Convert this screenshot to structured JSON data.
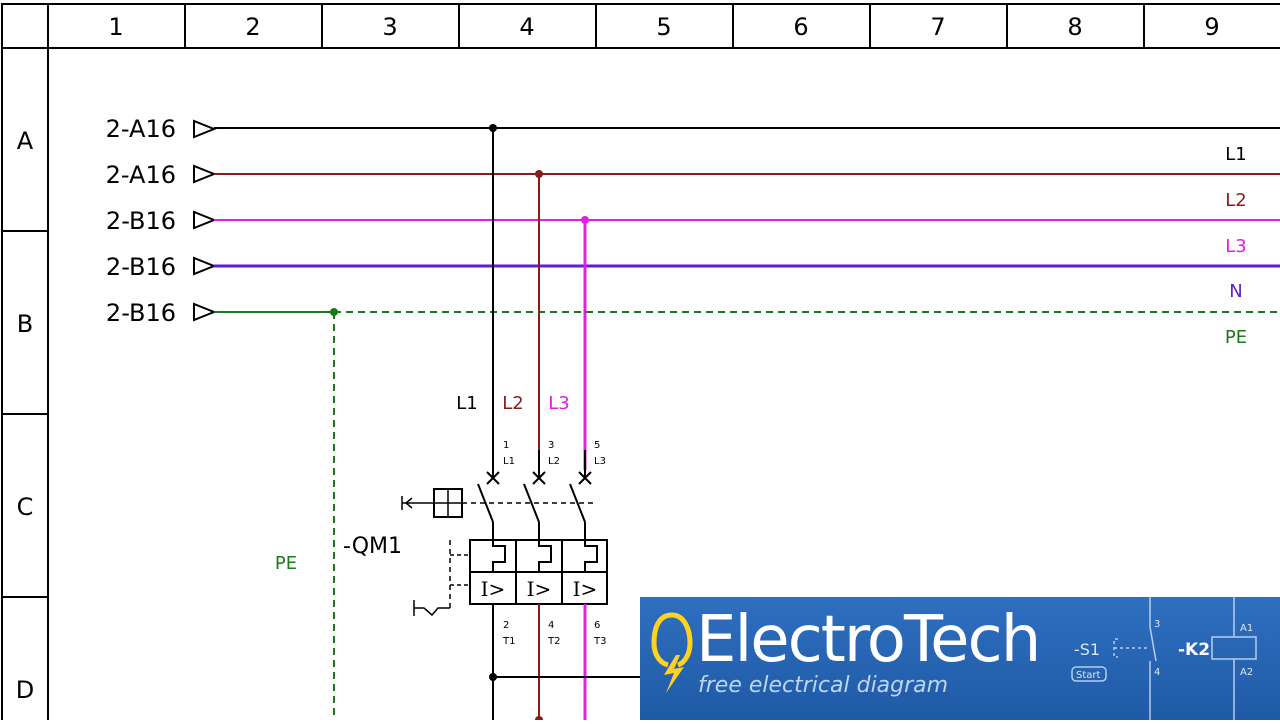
{
  "grid": {
    "columns": [
      "1",
      "2",
      "3",
      "4",
      "5",
      "6",
      "7",
      "8",
      "9"
    ],
    "rows": [
      "A",
      "B",
      "C",
      "D"
    ]
  },
  "refs": [
    "2-A16",
    "2-A16",
    "2-B16",
    "2-B16",
    "2-B16"
  ],
  "bus_labels": [
    "L1",
    "L2",
    "L3",
    "N",
    "PE"
  ],
  "colors": {
    "L1": "#000000",
    "L2": "#8b1a1a",
    "L3": "#e020e0",
    "N": "#5a22c8",
    "PE": "#1a7a1a",
    "banner": "#2566b6"
  },
  "breaker": {
    "tag": "-QM1",
    "phase_labels": [
      "L1",
      "L2",
      "L3"
    ],
    "top_terms": [
      {
        "num": "1",
        "label": "L1"
      },
      {
        "num": "3",
        "label": "L2"
      },
      {
        "num": "5",
        "label": "L3"
      }
    ],
    "bottom_terms": [
      {
        "num": "2",
        "label": "T1"
      },
      {
        "num": "4",
        "label": "T2"
      },
      {
        "num": "6",
        "label": "T3"
      }
    ],
    "trip_symbol": "I>"
  },
  "pe_label": "PE",
  "banner": {
    "brand": "ElectroTech",
    "tagline": "free electrical diagram",
    "mini": {
      "s1": "-S1",
      "start": "Start",
      "k2": "-K2",
      "a1": "A1",
      "a2": "A2",
      "t3": "3",
      "t4": "4"
    }
  }
}
